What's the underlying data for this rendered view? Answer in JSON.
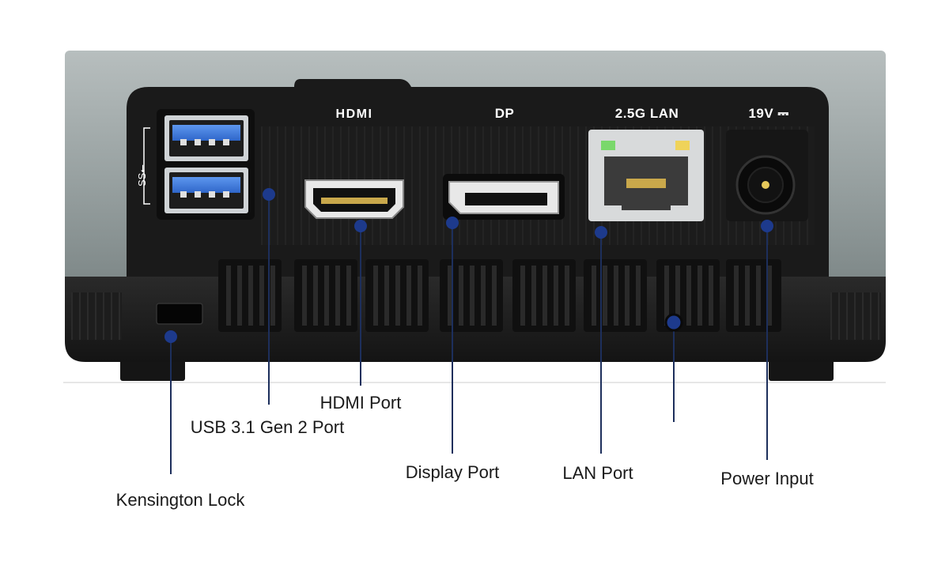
{
  "device": {
    "port_labels": {
      "hdmi": "HDMI",
      "dp": "DP",
      "lan": "2.5G LAN",
      "power": "19V ⎓",
      "usb_logo": "SS⭠"
    }
  },
  "callouts": {
    "kensington": "Kensington Lock",
    "usb": "USB 3.1 Gen 2 Port",
    "hdmi": "HDMI Port",
    "displayport": "Display Port",
    "lan": "LAN Port",
    "power": "Power Input"
  },
  "colors": {
    "shell_gray": "#9aa3a3",
    "body_black": "#1c1c1c",
    "usb_blue": "#3f7ee0",
    "leader_line": "#1d2f5c",
    "dot_blue": "#1d3a8c"
  }
}
